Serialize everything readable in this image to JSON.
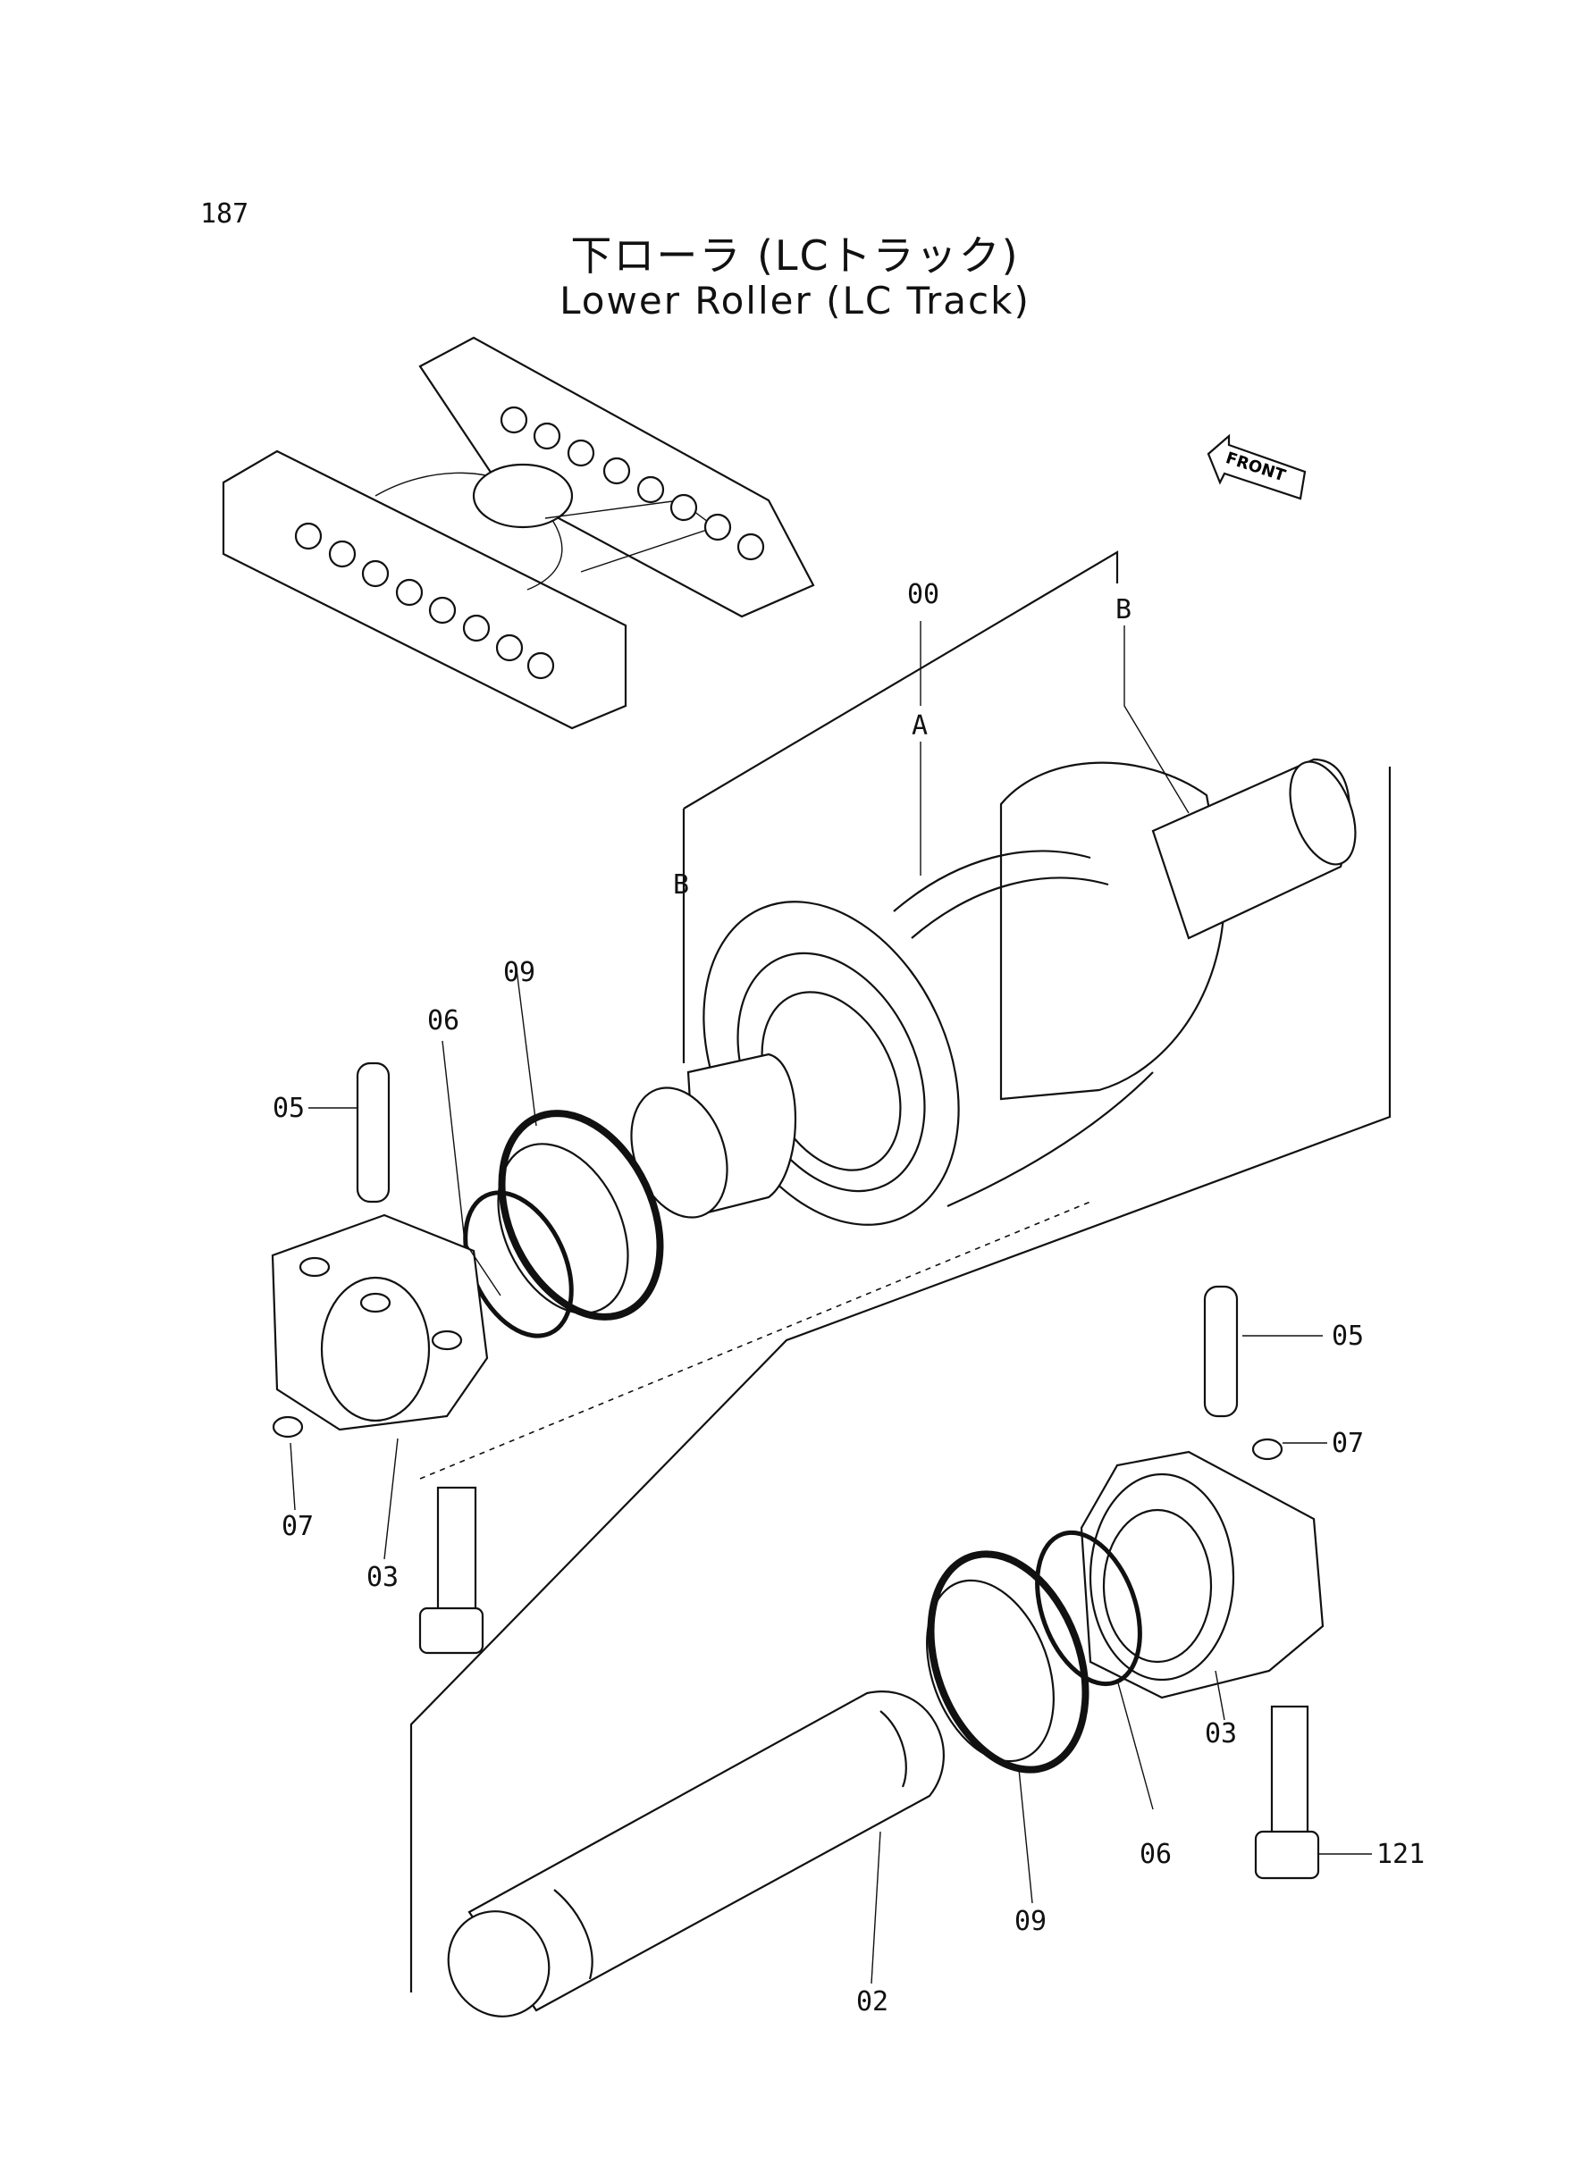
{
  "page_number": "187",
  "title": {
    "japanese": "下ローラ (LCトラック)",
    "english": "Lower Roller (LC Track)"
  },
  "front_badge": "FRONT",
  "callouts": {
    "assembly": "00",
    "detail_a": "A",
    "detail_b_top": "B",
    "detail_b_left": "B",
    "pin_left": "05",
    "pin_right": "05",
    "o_ring_left": "06",
    "o_ring_right": "06",
    "seal_left": "09",
    "seal_right": "09",
    "plug_left": "07",
    "plug_right": "07",
    "collar_left": "03",
    "collar_right": "03",
    "shaft": "02",
    "bolt": "121"
  }
}
